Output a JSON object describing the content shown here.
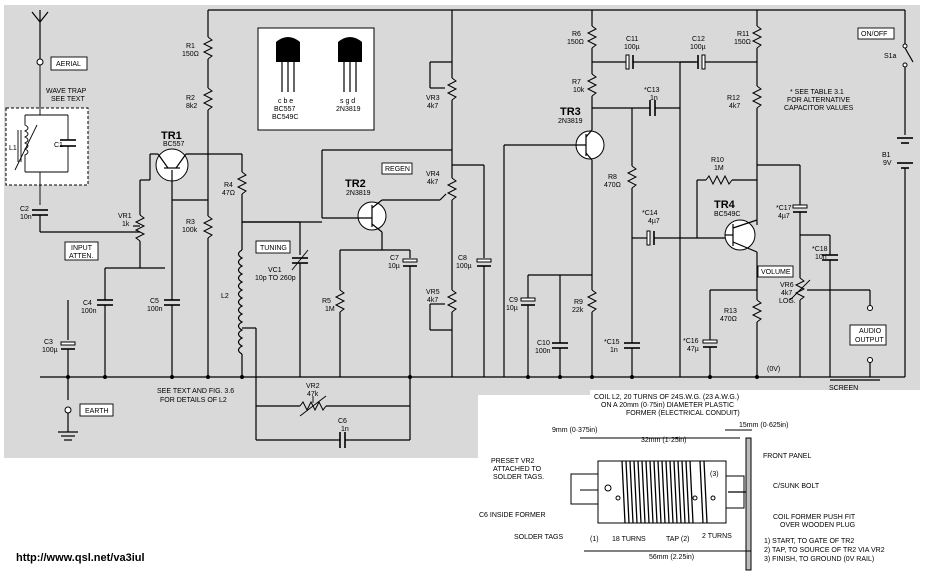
{
  "source_url": "http://www.qsl.net/va3iul",
  "boxes": {
    "aerial": "AERIAL",
    "earth": "EARTH",
    "input_atten": [
      "INPUT",
      "ATTEN."
    ],
    "tuning": "TUNING",
    "regen": "REGEN",
    "volume": "VOLUME",
    "on_off": "ON/OFF",
    "audio_output": [
      "AUDIO",
      "OUTPUT"
    ]
  },
  "wave_trap": [
    "WAVE TRAP",
    "SEE TEXT"
  ],
  "notes": {
    "l2_note": [
      "SEE TEXT AND FIG. 3.6",
      "FOR DETAILS OF L2"
    ],
    "table_note": [
      "* SEE TABLE 3.1",
      "FOR ALTERNATIVE",
      "CAPACITOR VALUES"
    ],
    "screen": "SCREEN",
    "zero_v": "(0V)"
  },
  "transistors": {
    "tr1": {
      "name": "TR1",
      "type": "BC557"
    },
    "tr2": {
      "name": "TR2",
      "type": "2N3819"
    },
    "tr3": {
      "name": "TR3",
      "type": "2N3819"
    },
    "tr4": {
      "name": "TR4",
      "type": "BC549C"
    }
  },
  "pinout": {
    "left_pins": "c  b  e",
    "left_types": [
      "BC557",
      "BC549C"
    ],
    "right_pins": "s  g  d",
    "right_type": "2N3819"
  },
  "components": {
    "r1": [
      "R1",
      "150Ω"
    ],
    "r2": [
      "R2",
      "8k2"
    ],
    "r3": [
      "R3",
      "100k"
    ],
    "r4": [
      "R4",
      "47Ω"
    ],
    "r5": [
      "R5",
      "1M"
    ],
    "r6": [
      "R6",
      "150Ω"
    ],
    "r7": [
      "R7",
      "10k"
    ],
    "r8": [
      "R8",
      "470Ω"
    ],
    "r9": [
      "R9",
      "22k"
    ],
    "r10": [
      "R10",
      "1M"
    ],
    "r11": [
      "R11",
      "150Ω"
    ],
    "r12": [
      "R12",
      "4k7"
    ],
    "r13": [
      "R13",
      "470Ω"
    ],
    "c1": [
      "C1"
    ],
    "c2": [
      "C2",
      "10n"
    ],
    "c3": [
      "C3",
      "100µ"
    ],
    "c4": [
      "C4",
      "100n"
    ],
    "c5": [
      "C5",
      "100n"
    ],
    "c6": [
      "C6",
      "1n"
    ],
    "c7": [
      "C7",
      "10µ"
    ],
    "c8": [
      "C8",
      "100µ"
    ],
    "c9": [
      "C9",
      "10µ"
    ],
    "c10": [
      "C10",
      "100n"
    ],
    "c11": [
      "C11",
      "100µ"
    ],
    "c12": [
      "C12",
      "100µ"
    ],
    "c13": [
      "*C13",
      "1n"
    ],
    "c14": [
      "*C14",
      "4µ7"
    ],
    "c15": [
      "*C15",
      "1n"
    ],
    "c16": [
      "*C16",
      "47µ"
    ],
    "c17": [
      "*C17",
      "4µ7"
    ],
    "c18": [
      "*C18",
      "10n"
    ],
    "vr1": [
      "VR1",
      "1k"
    ],
    "vr2": [
      "VR2",
      "47k"
    ],
    "vr3": [
      "VR3",
      "4k7"
    ],
    "vr4": [
      "VR4",
      "4k7"
    ],
    "vr5": [
      "VR5",
      "4k7"
    ],
    "vr6": [
      "VR6",
      "4k7",
      "LOG."
    ],
    "vc1": [
      "VC1",
      "10p TO 260p"
    ],
    "l1": "L1",
    "l2": "L2",
    "b1": [
      "B1",
      "9V"
    ],
    "s1a": "S1a"
  },
  "coil_figure": {
    "title": [
      "COIL L2, 20 TURNS OF 24S.W.G. (23 A.W.G.)",
      "ON A 20mm (0·75in) DIAMETER PLASTIC",
      "FORMER (ELECTRICAL CONDUIT)"
    ],
    "dim_9mm": "9mm (0·375in)",
    "dim_32mm": "32mm (1·25in)",
    "dim_15mm": "15mm (0·625in)",
    "dim_56mm": "56mm (2.25in)",
    "front_panel": "FRONT PANEL",
    "csunk_bolt": "C/SUNK BOLT",
    "push_fit": [
      "COIL FORMER PUSH FIT",
      "OVER WOODEN PLUG"
    ],
    "preset": [
      "PRESET VR2",
      "ATTACHED TO",
      "SOLDER TAGS."
    ],
    "c6_inside": "C6 INSIDE FORMER",
    "solder_tags": "SOLDER TAGS",
    "tag1": "(1)",
    "tag2": "(2)",
    "tag3": "(3)",
    "turns18": "18 TURNS",
    "tap2": "TAP (2)",
    "turns2": "2 TURNS",
    "legend": [
      "1) START, TO GATE OF TR2",
      "2) TAP, TO SOURCE OF TR2 VIA VR2",
      "3) FINISH, TO GROUND (0V RAIL)"
    ]
  }
}
